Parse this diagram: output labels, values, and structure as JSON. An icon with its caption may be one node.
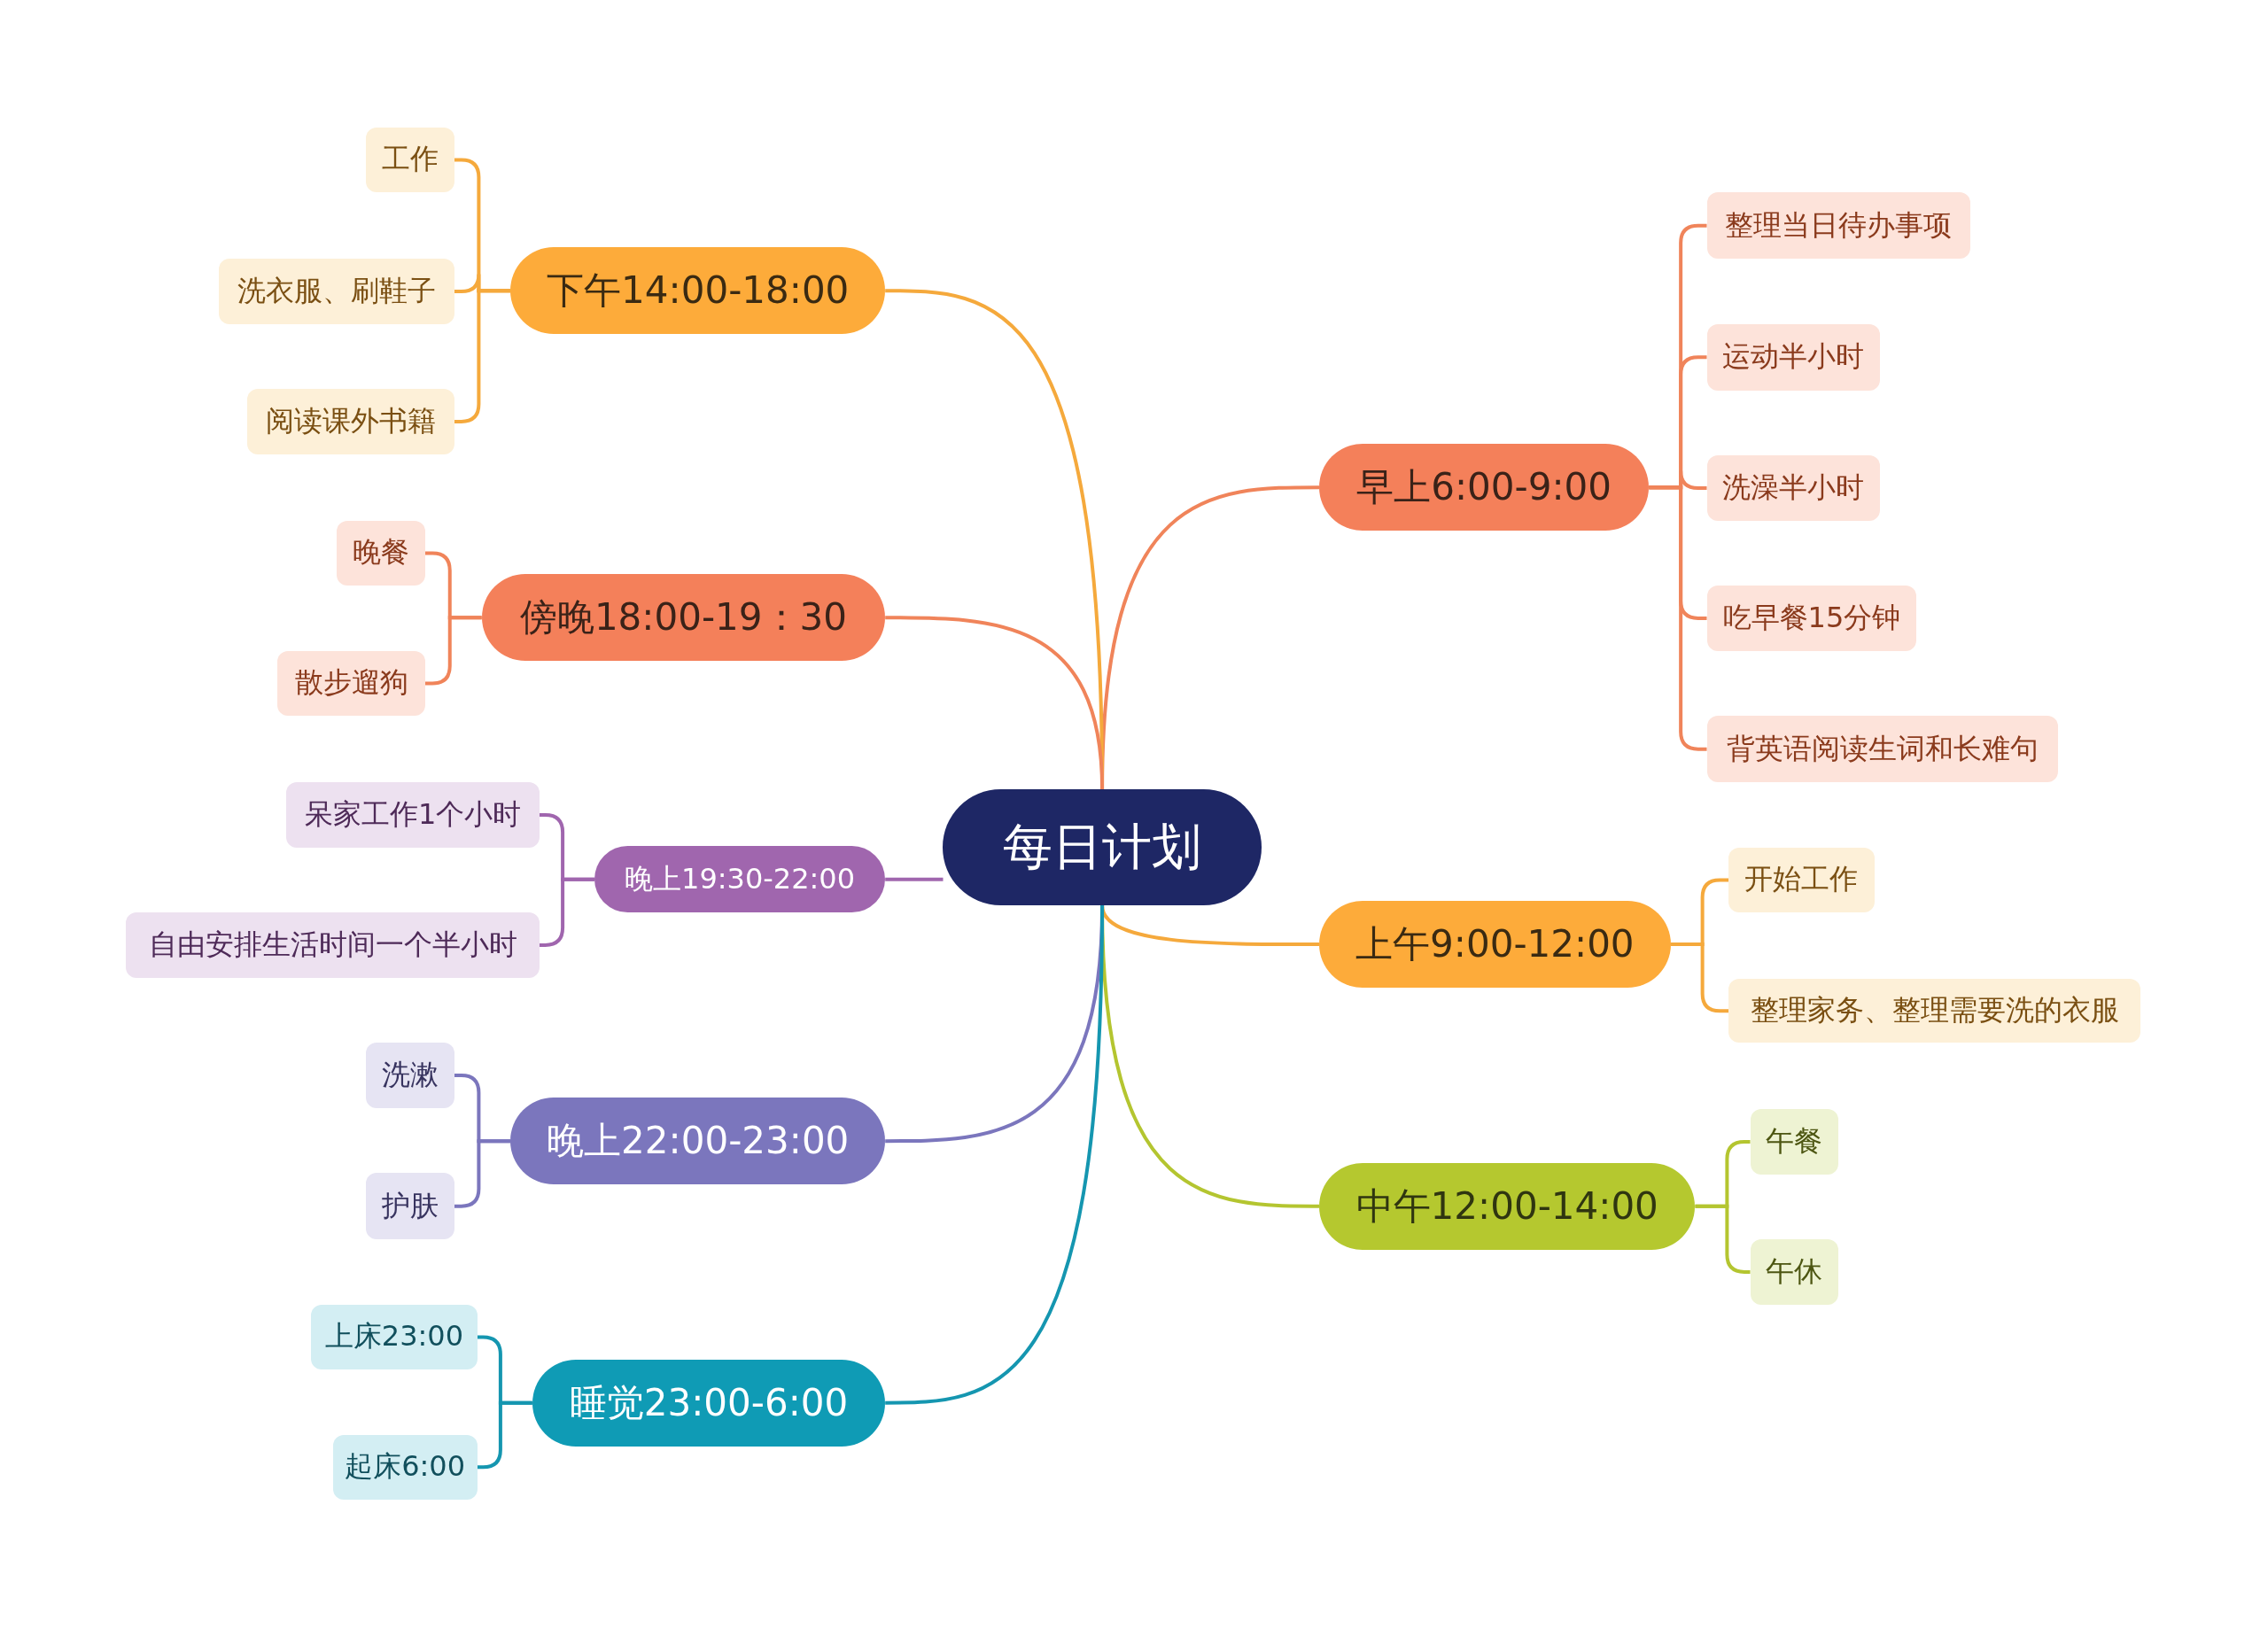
{
  "diagram": {
    "nodes": [
      {
        "text": [
          "每日计划"
        ]
      },
      {
        "text": [
          "早上6:00-9:00"
        ]
      },
      {
        "text": [
          "整理当日待办事项"
        ]
      },
      {
        "text": [
          "运动半小时"
        ]
      },
      {
        "text": [
          "洗澡半小时"
        ]
      },
      {
        "text": [
          "吃早餐15分钟"
        ]
      },
      {
        "text": [
          "背英语阅读生词和长难句"
        ]
      },
      {
        "text": [
          "上午9:00-12:00"
        ]
      },
      {
        "text": [
          "开始工作"
        ]
      },
      {
        "text": [
          "整理家务、整理需要洗的衣服"
        ]
      },
      {
        "text": [
          "中午12:00-14:00"
        ]
      },
      {
        "text": [
          "午餐"
        ]
      },
      {
        "text": [
          "午休"
        ]
      },
      {
        "text": [
          "下午14:00-18:00"
        ]
      },
      {
        "text": [
          "工作"
        ]
      },
      {
        "text": [
          "洗衣服、刷鞋子"
        ]
      },
      {
        "text": [
          "阅读课外书籍"
        ]
      },
      {
        "text": [
          "傍晚18:00-19：30"
        ]
      },
      {
        "text": [
          "晚餐"
        ]
      },
      {
        "text": [
          "散步遛狗"
        ]
      },
      {
        "text": [
          "晚上19:30-22:00"
        ]
      },
      {
        "text": [
          "呆家工作1个小时"
        ]
      },
      {
        "text": [
          "自由安排生活时间一个半小时"
        ]
      },
      {
        "text": [
          "晚上22:00-23:00"
        ]
      },
      {
        "text": [
          "洗漱"
        ]
      },
      {
        "text": [
          "护肤"
        ]
      },
      {
        "text": [
          "睡觉23:00-6:00"
        ]
      },
      {
        "text": [
          "上床23:00"
        ]
      },
      {
        "text": [
          "起床6:00"
        ]
      }
    ],
    "edges": [
      {
        "from": 0,
        "to": 1,
        "arrow": "none",
        "color": "#f0845a"
      },
      {
        "from": 1,
        "to": 2,
        "arrow": "none",
        "color": "#f0845a"
      },
      {
        "from": 1,
        "to": 3,
        "arrow": "none",
        "color": "#f0845a"
      },
      {
        "from": 1,
        "to": 4,
        "arrow": "none",
        "color": "#f0845a"
      },
      {
        "from": 1,
        "to": 5,
        "arrow": "none",
        "color": "#f0845a"
      },
      {
        "from": 1,
        "to": 6,
        "arrow": "none",
        "color": "#f0845a"
      },
      {
        "from": 0,
        "to": 7,
        "arrow": "none",
        "color": "#f5a93c"
      },
      {
        "from": 7,
        "to": 8,
        "arrow": "none",
        "color": "#f5a93c"
      },
      {
        "from": 7,
        "to": 9,
        "arrow": "none",
        "color": "#f5a93c"
      },
      {
        "from": 0,
        "to": 10,
        "arrow": "none",
        "color": "#b4c530"
      },
      {
        "from": 10,
        "to": 11,
        "arrow": "none",
        "color": "#b4c530"
      },
      {
        "from": 10,
        "to": 12,
        "arrow": "none",
        "color": "#b4c530"
      },
      {
        "from": 0,
        "to": 13,
        "arrow": "none",
        "color": "#f5a93c"
      },
      {
        "from": 13,
        "to": 14,
        "arrow": "none",
        "color": "#f5a93c"
      },
      {
        "from": 13,
        "to": 15,
        "arrow": "none",
        "color": "#f5a93c"
      },
      {
        "from": 13,
        "to": 16,
        "arrow": "none",
        "color": "#f5a93c"
      },
      {
        "from": 0,
        "to": 17,
        "arrow": "none",
        "color": "#f0845a"
      },
      {
        "from": 17,
        "to": 18,
        "arrow": "none",
        "color": "#f0845a"
      },
      {
        "from": 17,
        "to": 19,
        "arrow": "none",
        "color": "#f0845a"
      },
      {
        "from": 0,
        "to": 20,
        "arrow": "none",
        "color": "#a066ae"
      },
      {
        "from": 20,
        "to": 21,
        "arrow": "none",
        "color": "#a066ae"
      },
      {
        "from": 20,
        "to": 22,
        "arrow": "none",
        "color": "#a066ae"
      },
      {
        "from": 0,
        "to": 23,
        "arrow": "none",
        "color": "#7b76bd"
      },
      {
        "from": 23,
        "to": 24,
        "arrow": "none",
        "color": "#7b76bd"
      },
      {
        "from": 23,
        "to": 25,
        "arrow": "none",
        "color": "#7b76bd"
      },
      {
        "from": 0,
        "to": 26,
        "arrow": "none",
        "color": "#1596b0"
      },
      {
        "from": 26,
        "to": 27,
        "arrow": "none",
        "color": "#1596b0"
      },
      {
        "from": 26,
        "to": 28,
        "arrow": "none",
        "color": "#1596b0"
      }
    ]
  }
}
